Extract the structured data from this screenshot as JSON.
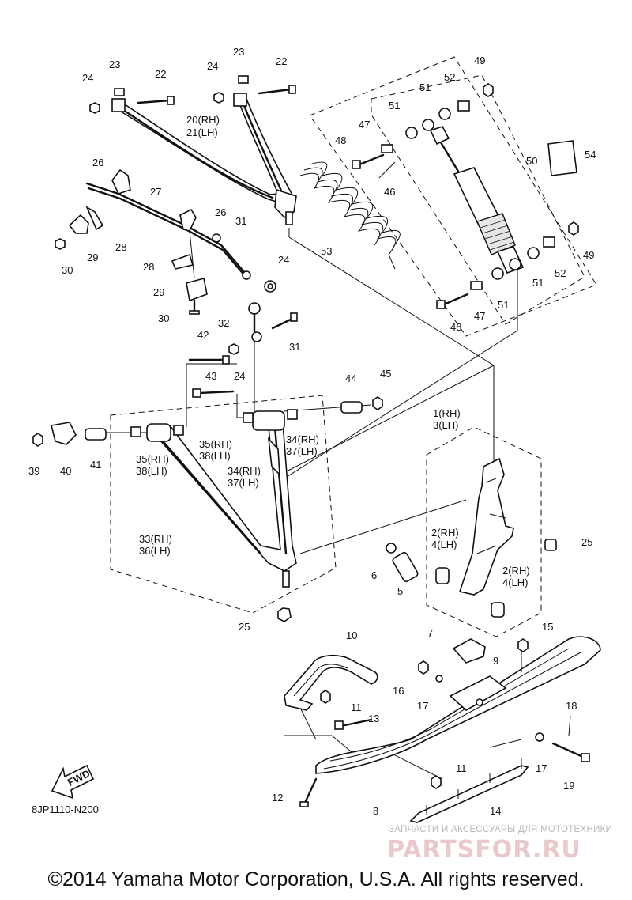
{
  "labels": {
    "l1": "1(RH)",
    "l3": "3(LH)",
    "l2a": "2(RH)",
    "l4a": "4(LH)",
    "l2b": "2(RH)",
    "l4b": "4(LH)",
    "l5": "5",
    "l6": "6",
    "l7": "7",
    "l8": "8",
    "l9": "9",
    "l10": "10",
    "l11a": "11",
    "l11b": "11",
    "l12": "12",
    "l13": "13",
    "l14": "14",
    "l15": "15",
    "l16": "16",
    "l17a": "17",
    "l17b": "17",
    "l18": "18",
    "l19": "19",
    "l20": "20(RH)",
    "l21": "21(LH)",
    "l22a": "22",
    "l22b": "22",
    "l23a": "23",
    "l23b": "23",
    "l24a": "24",
    "l24b": "24",
    "l24c": "24",
    "l24d": "24",
    "l25a": "25",
    "l25b": "25",
    "l26a": "26",
    "l26b": "26",
    "l27": "27",
    "l28a": "28",
    "l28b": "28",
    "l29a": "29",
    "l29b": "29",
    "l30a": "30",
    "l30b": "30",
    "l31a": "31",
    "l31b": "31",
    "l32": "32",
    "l33": "33(RH)",
    "l36": "36(LH)",
    "l34a": "34(RH)",
    "l37a": "37(LH)",
    "l34b": "34(RH)",
    "l37b": "37(LH)",
    "l35a": "35(RH)",
    "l38a": "38(LH)",
    "l35b": "35(RH)",
    "l38b": "38(LH)",
    "l39": "39",
    "l40": "40",
    "l41": "41",
    "l42": "42",
    "l43": "43",
    "l44": "44",
    "l45": "45",
    "l46": "46",
    "l47a": "47",
    "l47b": "47",
    "l48a": "48",
    "l48b": "48",
    "l49a": "49",
    "l49b": "49",
    "l50": "50",
    "l51a": "51",
    "l51b": "51",
    "l51c": "51",
    "l51d": "51",
    "l52a": "52",
    "l52b": "52",
    "l53": "53",
    "l54": "54"
  },
  "fwd_label": "FWD",
  "reference_code": "8JP1110-N200",
  "watermark": {
    "caption": "ЗАПЧАСТИ И АКСЕССУАРЫ ДЛЯ МОТОТЕХНИКИ",
    "logo": "PARTSFOR.RU"
  },
  "copyright": "©2014 Yamaha Motor Corporation, U.S.A. All rights reserved."
}
